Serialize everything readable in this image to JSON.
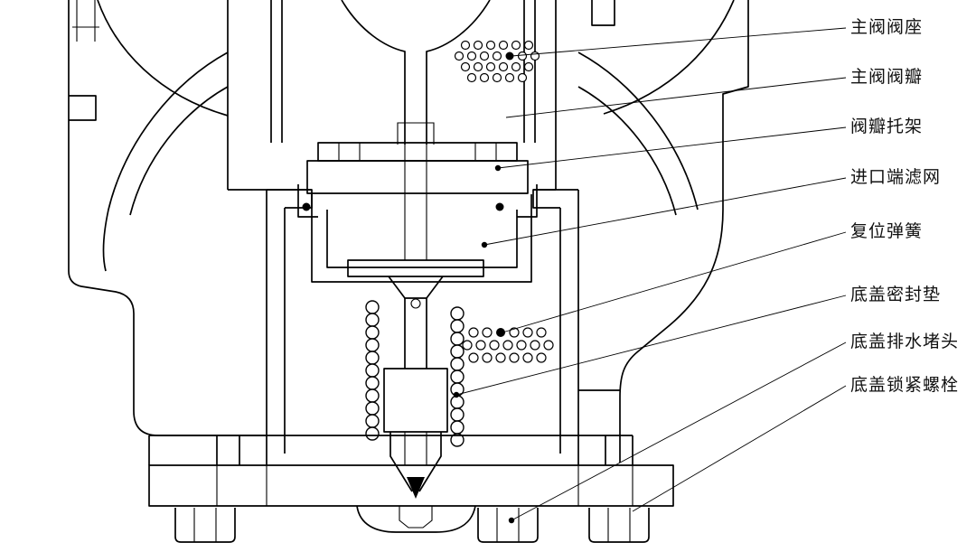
{
  "diagram": {
    "line_color": "#000000",
    "background_color": "#ffffff",
    "labels": [
      {
        "id": "main-valve-seat",
        "text": "主阀阀座"
      },
      {
        "id": "main-valve-disc",
        "text": "主阀阀瓣"
      },
      {
        "id": "disc-bracket",
        "text": "阀瓣托架"
      },
      {
        "id": "inlet-strainer",
        "text": "进口端滤网"
      },
      {
        "id": "return-spring",
        "text": "复位弹簧"
      },
      {
        "id": "bottom-cover-gasket",
        "text": "底盖密封垫"
      },
      {
        "id": "bottom-cover-drain-plug",
        "text": "底盖排水堵头"
      },
      {
        "id": "bottom-cover-locking-bolt",
        "text": "底盖锁紧螺栓"
      }
    ]
  }
}
